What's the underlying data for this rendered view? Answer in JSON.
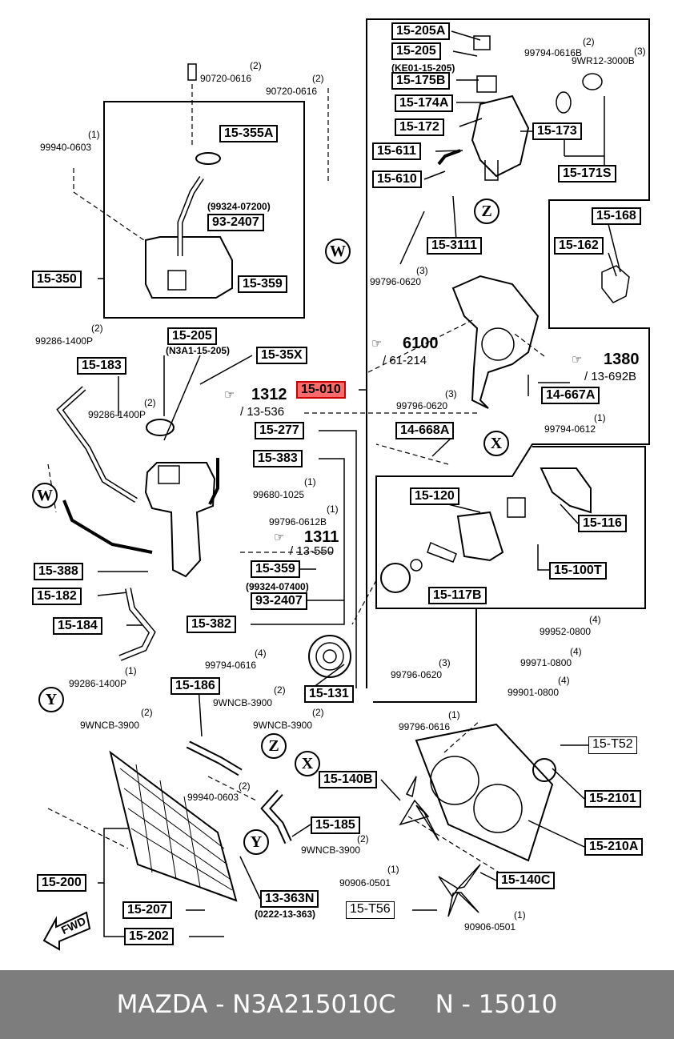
{
  "parts": {
    "p15205A": "15-205A",
    "p15205": "15-205",
    "kef": "(KE01-15-205)",
    "p15175B": "15-175B",
    "p15174A": "15-174A",
    "p15172": "15-172",
    "p15611": "15-611",
    "p15610": "15-610",
    "p15173": "15-173",
    "p15171S": "15-171S",
    "p153111": "15-3111",
    "p15168": "15-168",
    "p15162": "15-162",
    "p15355A": "15-355A",
    "p93324_7200": "(99324-07200)",
    "p932407a": "93-2407",
    "p15359a": "15-359",
    "p15350": "15-350",
    "p15205b": "15-205",
    "n3a1": "(N3A1-15-205)",
    "p1535X": "15-35X",
    "p15010": "15-010",
    "p15183": "15-183",
    "p15277": "15-277",
    "p15383": "15-383",
    "p14668A": "14-668A",
    "p14667A": "14-667A",
    "p15120": "15-120",
    "p15116": "15-116",
    "p15100T": "15-100T",
    "p15117B": "15-117B",
    "p15388": "15-388",
    "p15182": "15-182",
    "p15184": "15-184",
    "p15359b": "15-359",
    "p99324_7400": "(99324-07400)",
    "p932407b": "93-2407",
    "p15382": "15-382",
    "p15131": "15-131",
    "p15186": "15-186",
    "p15140B": "15-140B",
    "p15185": "15-185",
    "p15T52": "15-T52",
    "p152101": "15-2101",
    "p15210A": "15-210A",
    "p15140C": "15-140C",
    "p15T56": "15-T56",
    "p15200": "15-200",
    "p15207": "15-207",
    "p15202": "15-202",
    "p13363N": "13-363N",
    "p0222": "(0222-13-363)"
  },
  "small": {
    "s1": "99794-0616B",
    "q1": "(2)",
    "s2": "9WR12-3000B",
    "q2": "(3)",
    "s3": "90720-0616",
    "q3": "(2)",
    "s4": "90720-0616",
    "q4": "(2)",
    "s5": "99940-0603",
    "q5": "(1)",
    "s6": "99796-0620",
    "q6": "(3)",
    "s7": "99286-1400P",
    "q7": "(2)",
    "s8": "99286-1400P",
    "q8": "(2)",
    "s9": "99796-0620",
    "q9": "(3)",
    "s10": "99794-0612",
    "q10": "(1)",
    "s11": "99680-1025",
    "q11": "(1)",
    "s12": "99796-0612B",
    "q12": "(1)",
    "s13": "99794-0616",
    "q13": "(4)",
    "s14": "99796-0620",
    "q14": "(3)",
    "s15": "99952-0800",
    "q15": "(4)",
    "s16": "99971-0800",
    "q16": "(4)",
    "s17": "99901-0800",
    "q17": "(4)",
    "s18": "99286-1400P",
    "q18": "(1)",
    "s19": "9WNCB-3900",
    "q19": "(2)",
    "s20": "9WNCB-3900",
    "q20": "(2)",
    "s21": "9WNCB-3900",
    "q21": "(2)",
    "s22": "99940-0603",
    "q22": "(2)",
    "s23": "9WNCB-3900",
    "q23": "(2)",
    "s24": "99796-0616",
    "q24": "(1)",
    "s25": "90906-0501",
    "q25": "(1)",
    "s26": "90906-0501",
    "q26": "(1)"
  },
  "refs": {
    "r6100": "6100",
    "r6100s": "/ 61-214",
    "r1380": "1380",
    "r1380s": "/ 13-692B",
    "r1312": "1312",
    "r1312s": "/ 13-536",
    "r1311": "1311",
    "r1311s": "/ 13-550"
  },
  "markers": {
    "z": "Z",
    "w": "W",
    "x": "X",
    "y": "Y"
  },
  "fwd": "FWD",
  "footer": {
    "text": "MAZDA - N3A215010C     N - 15010"
  },
  "colors": {
    "highlight": "#ff6b6b",
    "footer_bg": "#7d7d7d"
  }
}
